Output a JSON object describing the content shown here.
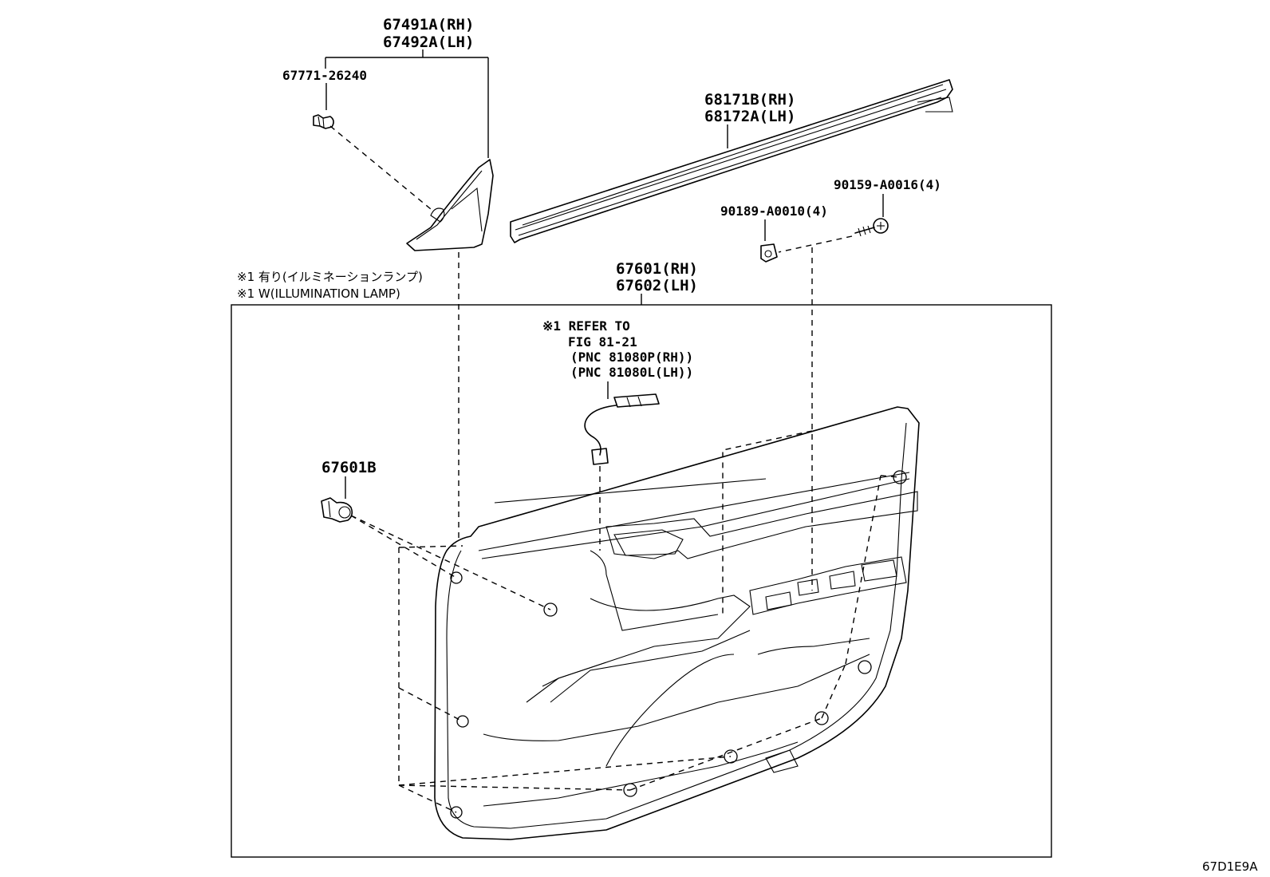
{
  "labels": {
    "part_67491A": "67491A(RH)",
    "part_67492A": "67492A(LH)",
    "part_67771": "67771-26240",
    "part_68171B": "68171B(RH)",
    "part_68172A": "68172A(LH)",
    "part_90159": "90159-A0016(4)",
    "part_90189": "90189-A0010(4)",
    "note_jp": "※1 有り(イルミネーションランプ)",
    "note_en": "※1 W(ILLUMINATION LAMP)",
    "part_67601": "67601(RH)",
    "part_67602": "67602(LH)",
    "refer_line1": "※1 REFER TO",
    "refer_line2": "FIG 81-21",
    "refer_line3": "(PNC 81080P(RH))",
    "refer_line4": "(PNC 81080L(LH))",
    "part_67601B": "67601B",
    "figure_code": "67D1E9A"
  }
}
